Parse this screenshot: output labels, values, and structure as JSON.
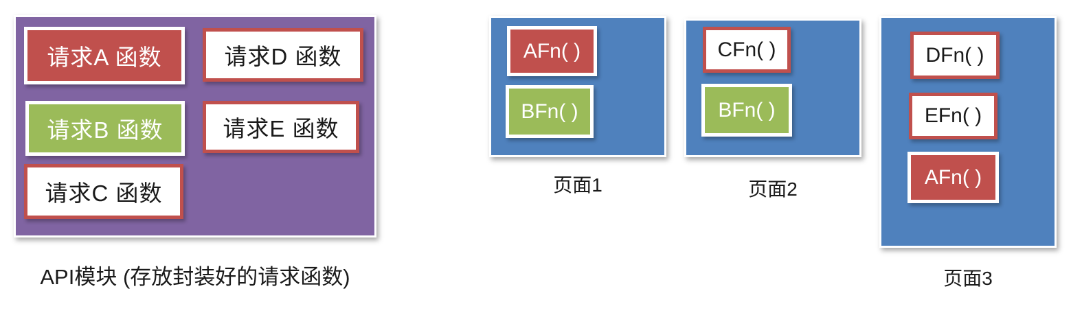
{
  "colors": {
    "red": "#C0504D",
    "green": "#9BBB59",
    "blue": "#4F81BD",
    "purple": "#8064A2",
    "white": "#FFFFFF",
    "text_dark": "#1A1A1A",
    "page_bg": "#FFFFFF"
  },
  "api_module": {
    "caption": "API模块 (存放封装好的请求函数)",
    "functions": [
      {
        "label": "请求A 函数",
        "style": "red"
      },
      {
        "label": "请求B 函数",
        "style": "green"
      },
      {
        "label": "请求C 函数",
        "style": "white"
      },
      {
        "label": "请求D 函数",
        "style": "white"
      },
      {
        "label": "请求E 函数",
        "style": "white"
      }
    ]
  },
  "pages": [
    {
      "caption": "页面1",
      "calls": [
        {
          "label": "AFn( )",
          "style": "red"
        },
        {
          "label": "BFn( )",
          "style": "green"
        }
      ]
    },
    {
      "caption": "页面2",
      "calls": [
        {
          "label": "CFn( )",
          "style": "white"
        },
        {
          "label": "BFn( )",
          "style": "green"
        }
      ]
    },
    {
      "caption": "页面3",
      "calls": [
        {
          "label": "DFn( )",
          "style": "white"
        },
        {
          "label": "EFn( )",
          "style": "white"
        },
        {
          "label": "AFn( )",
          "style": "red"
        }
      ]
    }
  ]
}
